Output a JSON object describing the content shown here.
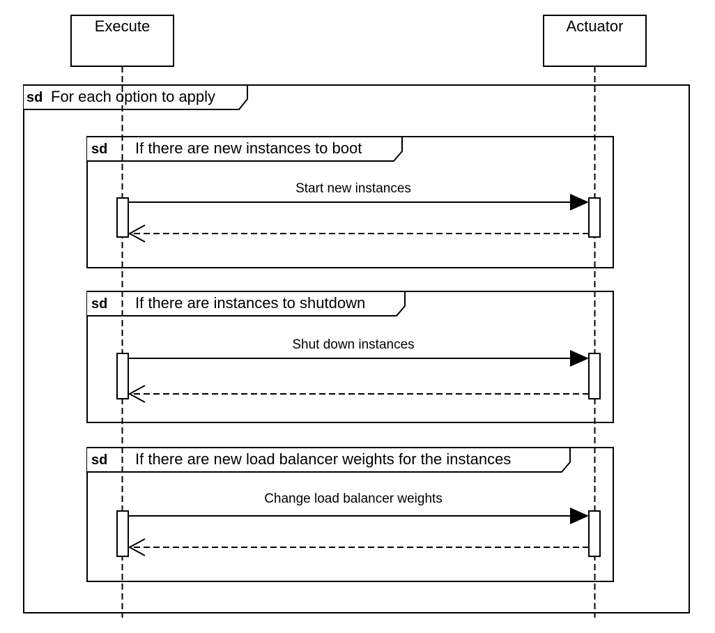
{
  "lifelines": {
    "execute": {
      "label": "Execute"
    },
    "actuator": {
      "label": "Actuator"
    }
  },
  "outer_frame": {
    "keyword": "sd",
    "title": "For each option to apply"
  },
  "fragments": [
    {
      "keyword": "sd",
      "title": "If there are new instances to boot",
      "message": "Start new instances"
    },
    {
      "keyword": "sd",
      "title": "If there are instances to shutdown",
      "message": "Shut down instances"
    },
    {
      "keyword": "sd",
      "title": "If there are new load balancer weights for the instances",
      "message": "Change load balancer weights"
    }
  ]
}
